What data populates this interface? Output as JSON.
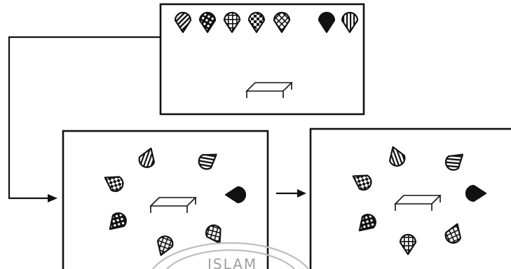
{
  "colors": {
    "ink": "#111111",
    "paper": "#ffffff",
    "seal": "#9e9e9e"
  },
  "panels": [
    {
      "id": "study",
      "table_icon": "small-table",
      "cones": [
        {
          "icon": "cone-diagonal-stripes",
          "rot": 0
        },
        {
          "icon": "cone-dotted-grid",
          "rot": 0
        },
        {
          "icon": "cone-grid",
          "rot": 0
        },
        {
          "icon": "cone-checker",
          "rot": 0
        },
        {
          "icon": "cone-crosshatch",
          "rot": 0
        },
        {
          "icon": "cone-solid-black",
          "rot": 0
        },
        {
          "icon": "cone-vertical-stripes",
          "rot": 0
        }
      ]
    },
    {
      "id": "test-a",
      "table_icon": "small-table",
      "cones": [
        {
          "icon": "cone-vertical-stripes",
          "rot": 200
        },
        {
          "icon": "cone-diagonal-stripes",
          "rot": 235
        },
        {
          "icon": "cone-checker",
          "rot": 120
        },
        {
          "icon": "cone-solid-black",
          "rot": 90
        },
        {
          "icon": "cone-dotted-grid",
          "rot": 45
        },
        {
          "icon": "cone-crosshatch",
          "rot": 330
        },
        {
          "icon": "cone-grid",
          "rot": 20
        }
      ]
    },
    {
      "id": "test-b",
      "table_icon": "small-table",
      "cones": [
        {
          "icon": "cone-vertical-stripes",
          "rot": 160
        },
        {
          "icon": "cone-diagonal-stripes",
          "rot": 230
        },
        {
          "icon": "cone-checker",
          "rot": 120
        },
        {
          "icon": "cone-solid-black",
          "rot": 270
        },
        {
          "icon": "cone-dotted-grid",
          "rot": 45
        },
        {
          "icon": "cone-crosshatch",
          "rot": 200
        },
        {
          "icon": "cone-grid",
          "rot": 0
        }
      ]
    }
  ],
  "seal": {
    "text": "ISLAM"
  }
}
